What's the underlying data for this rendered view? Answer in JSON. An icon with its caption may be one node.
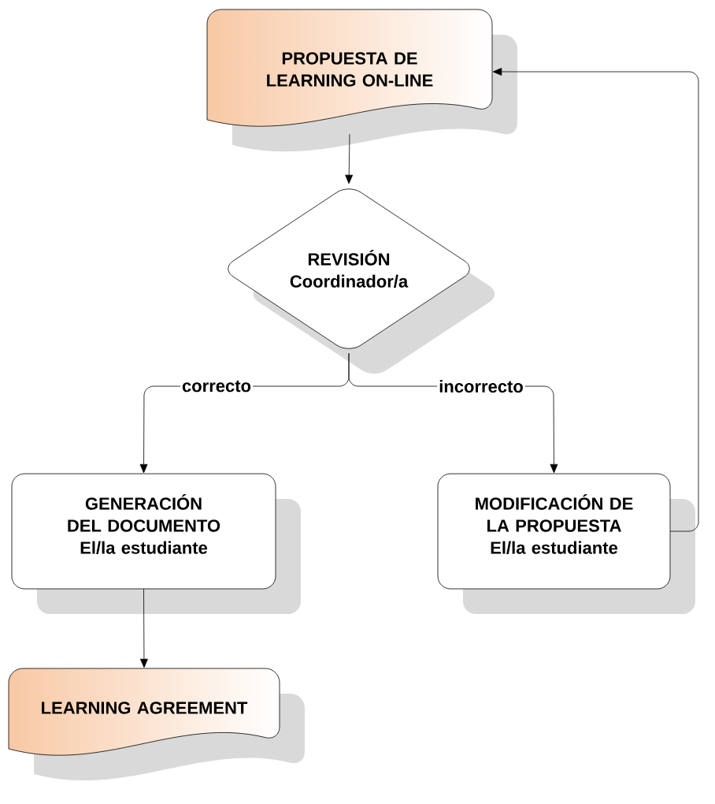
{
  "diagram": {
    "nodes": [
      {
        "text": [
          "PROPUESTA DE LEARNING ON-LINE"
        ]
      },
      {
        "text": [
          "REVISIÓN",
          "Coordinador/a"
        ]
      },
      {
        "text": [
          "GENERACIÓN DEL DOCUMENTO",
          "El/la estudiante"
        ]
      },
      {
        "text": [
          "MODIFICACIÓN DE LA PROPUESTA",
          "El/la estudiante"
        ]
      },
      {
        "text": [
          "LEARNING AGREEMENT"
        ]
      }
    ],
    "edges": [
      {
        "from": 0,
        "to": 1,
        "arrow": "to"
      },
      {
        "from": 1,
        "to": 2,
        "arrow": "to",
        "label": "correcto"
      },
      {
        "from": 1,
        "to": 3,
        "arrow": "to",
        "label": "incorrecto"
      },
      {
        "from": 2,
        "to": 4,
        "arrow": "to"
      },
      {
        "from": 3,
        "to": 0,
        "arrow": "to"
      }
    ]
  }
}
